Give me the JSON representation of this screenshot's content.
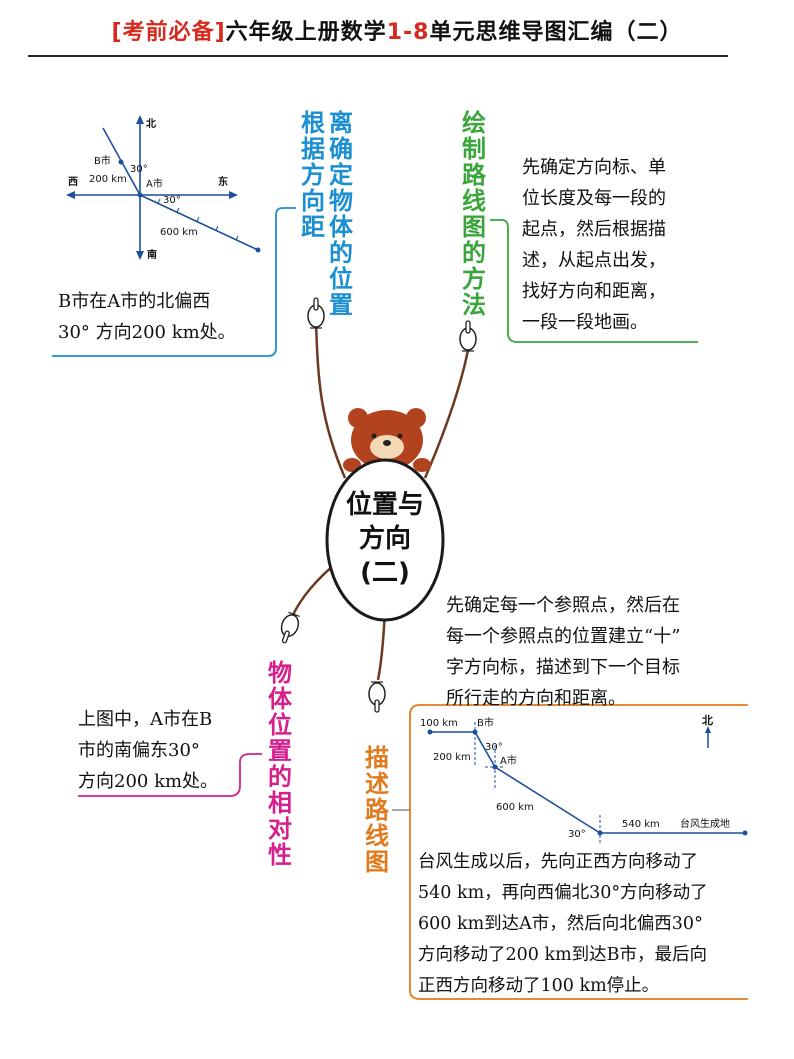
{
  "header": {
    "tag": "[考前必备]",
    "prefix": "六年级上册数学",
    "range": "1-8",
    "suffix": "单元思维导图汇编（二）"
  },
  "center": {
    "line1": "位置与",
    "line2": "方向",
    "line3": "(二)"
  },
  "branches": {
    "determine_position": {
      "title": "根据方向距离确定物体的位置",
      "col1": "根据方向距",
      "col2": "离确定物体的位置",
      "example_text": "B市在A市的北偏西30°  方向200 km处。",
      "line1": "B市在A市的北偏西",
      "line2": "30°  方向200 km处。",
      "figure": {
        "north": "北",
        "south": "南",
        "east": "东",
        "west": "西",
        "city_b": "B市",
        "city_a": "A市",
        "dist_b": "200 km",
        "angle_b": "30°",
        "angle_a": "30°",
        "dist_a": "600 km"
      }
    },
    "draw_route": {
      "title": "绘制路线图的方法",
      "description_lines": [
        "先确定方向标、单",
        "位长度及每一段的",
        "起点，然后根据描",
        "述，从起点出发，",
        "找好方向和距离，",
        "一段一段地画。"
      ]
    },
    "relativity": {
      "title": "物体位置的相对性",
      "description_lines": [
        "上图中，A市在B",
        "市的南偏东30°",
        "方向200 km处。"
      ]
    },
    "describe_route": {
      "title": "描述路线图",
      "intro_lines": [
        "先确定每一个参照点，然后在",
        "每一个参照点的位置建立“十”",
        "字方向标，描述到下一个目标",
        "所行走的方向和距离。"
      ],
      "figure": {
        "dist_100": "100 km",
        "city_b": "B市",
        "angle_b": "30°",
        "dist_200": "200 km",
        "city_a": "A市",
        "dist_600": "600 km",
        "angle_c": "30°",
        "dist_540": "540 km",
        "typhoon_origin": "台风生成地",
        "north": "北"
      },
      "story_lines": [
        "台风生成以后，先向正西方向移动了",
        "540 km，再向西偏北30°方向移动了",
        "600 km到达A市，然后向北偏西30°",
        "方向移动了200 km到达B市，最后向",
        "正西方向移动了100 km停止。"
      ]
    }
  },
  "colors": {
    "header_red": "#d62a1e",
    "blue": "#1b8fd1",
    "green": "#3aa53a",
    "pink": "#d61f8c",
    "orange": "#e07a1c",
    "diagram_blue": "#1c4f9c",
    "bear_brown": "#b3421f"
  },
  "icons": [
    "bear-icon",
    "pointing-hand-icon",
    "north-arrow-icon"
  ]
}
